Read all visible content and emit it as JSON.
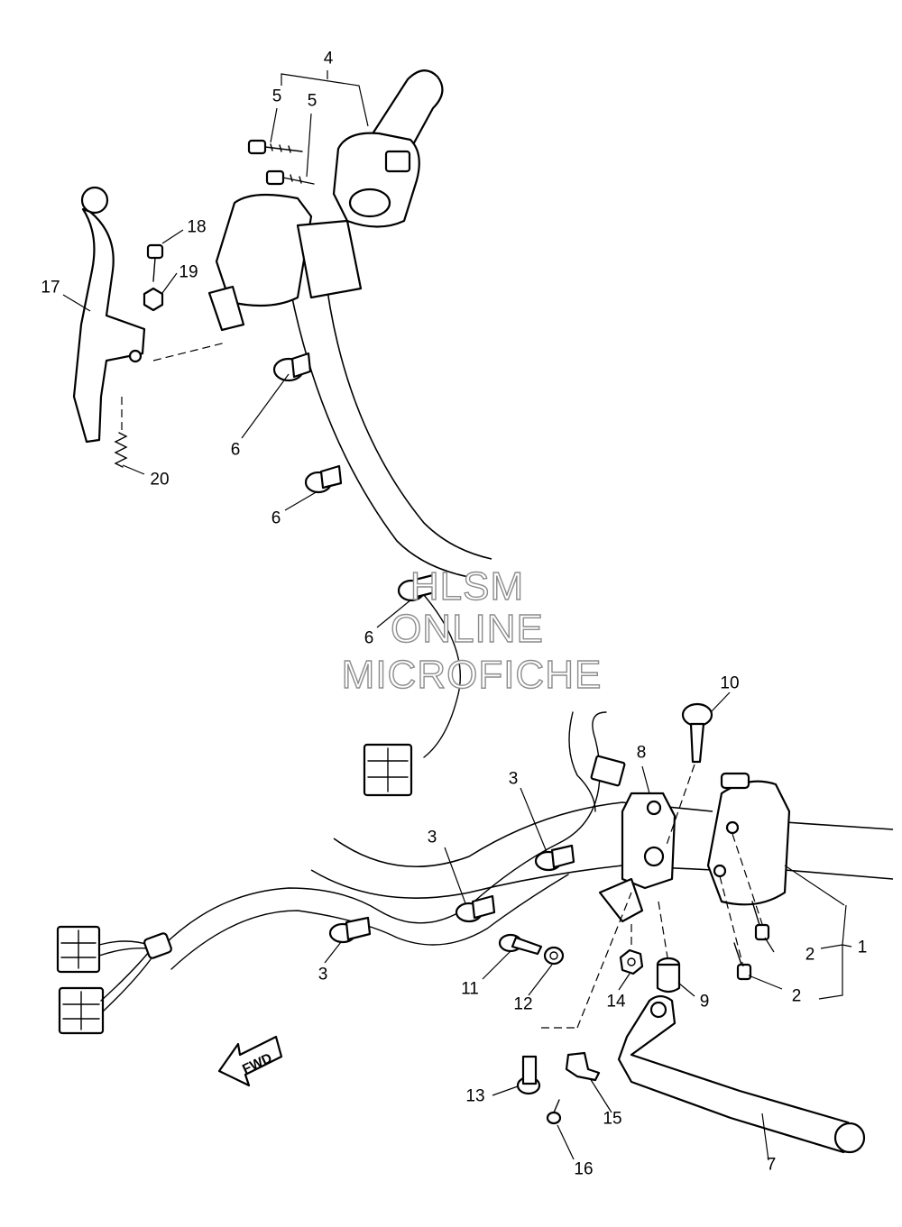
{
  "watermark": {
    "line1": "HLSM",
    "line2": "ONLINE",
    "line3": "MICROFICHE"
  },
  "direction_arrow": {
    "label": "FWD",
    "icon": "arrow-left-icon"
  },
  "callouts": {
    "c1": "1",
    "c2a": "2",
    "c2b": "2",
    "c3a": "3",
    "c3b": "3",
    "c3c": "3",
    "c4": "4",
    "c5a": "5",
    "c5b": "5",
    "c6a": "6",
    "c6b": "6",
    "c6c": "6",
    "c7": "7",
    "c8": "8",
    "c9": "9",
    "c10": "10",
    "c11": "11",
    "c12": "12",
    "c13": "13",
    "c14": "14",
    "c15": "15",
    "c16": "16",
    "c17": "17",
    "c18": "18",
    "c19": "19",
    "c20": "20"
  }
}
